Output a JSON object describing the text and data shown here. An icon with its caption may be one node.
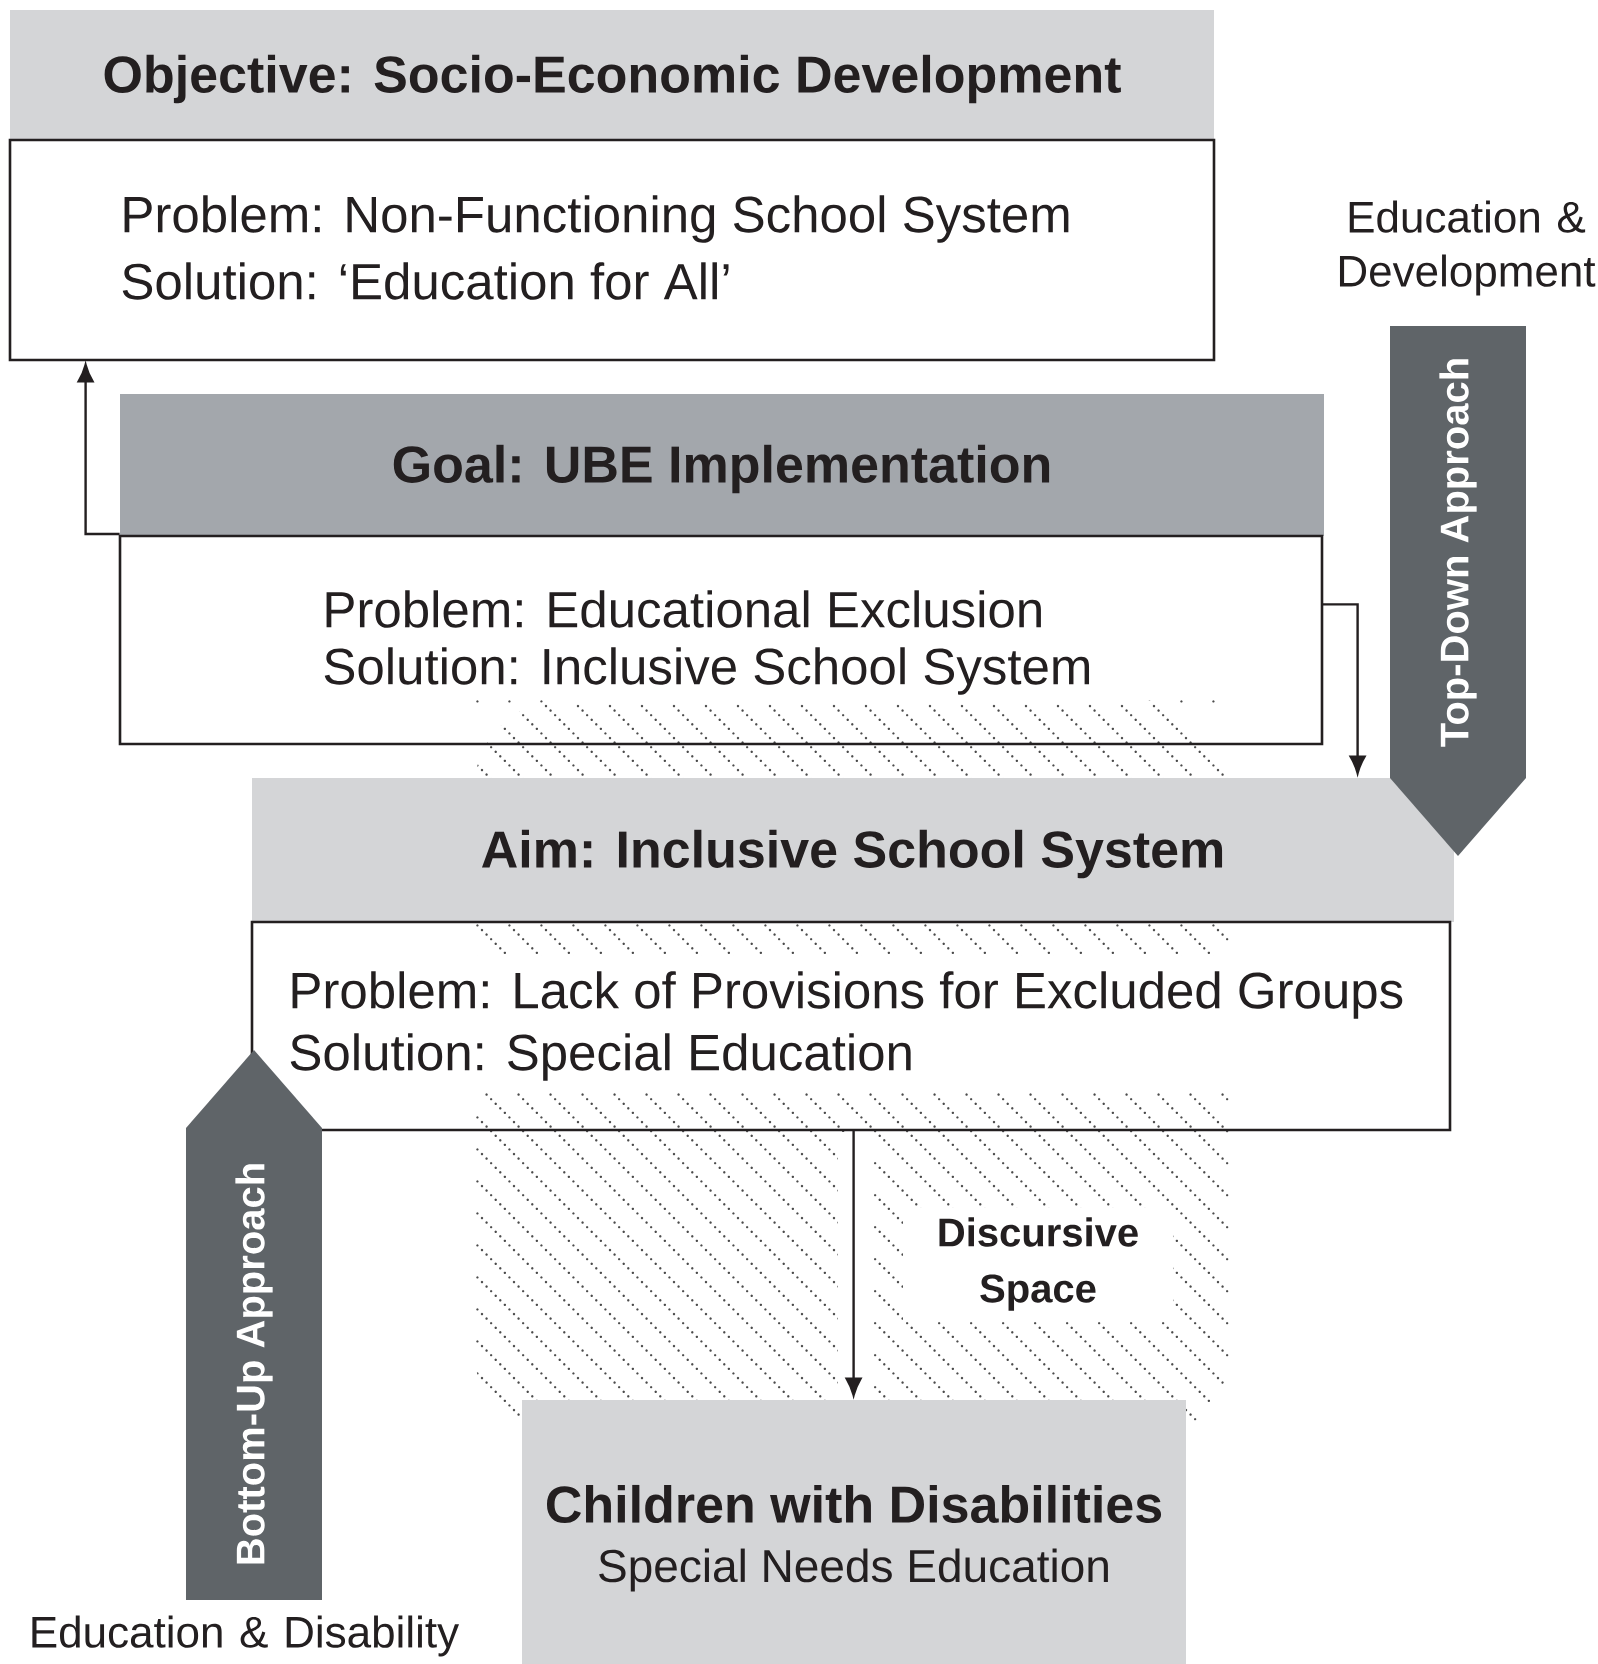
{
  "diagram": {
    "nodes": [
      {
        "text": [
          "Objective: Socio-Economic Development",
          "Problem: Non-Functioning School System",
          "Solution: ‘Education for All’"
        ]
      },
      {
        "text": [
          "Goal: UBE Implementation",
          "Problem: Educational Exclusion",
          "Solution: Inclusive School System"
        ]
      },
      {
        "text": [
          "Aim: Inclusive School System",
          "Problem: Lack of Provisions for Excluded Groups",
          "Solution: Special Education"
        ]
      },
      {
        "text": [
          "Children with Disabilities",
          "Special Needs Education"
        ]
      },
      {
        "text": [
          "Top-Down Approach"
        ],
        "beside": [
          "Education & Development"
        ]
      },
      {
        "text": [
          "Bottom-Up Approach"
        ],
        "beside": [
          "Education & Disability"
        ]
      }
    ],
    "labels": [
      "Discursive Space"
    ],
    "edges": [
      {
        "from": 1,
        "to": 0,
        "arrow": "to"
      },
      {
        "from": 1,
        "to": 2,
        "arrow": "to"
      },
      {
        "from": 2,
        "to": 3,
        "arrow": "to"
      }
    ]
  }
}
